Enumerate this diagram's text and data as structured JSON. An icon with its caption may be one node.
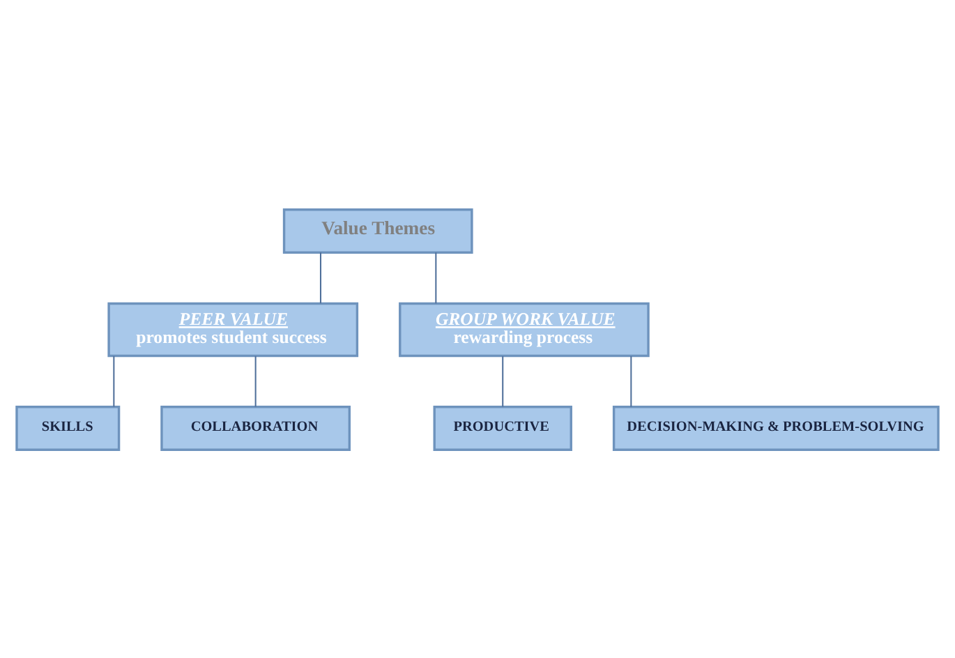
{
  "diagram": {
    "nodes": [
      {
        "text": [
          "Value Themes"
        ]
      },
      {
        "text": [
          "PEER VALUE",
          "promotes student success"
        ]
      },
      {
        "text": [
          "GROUP WORK VALUE",
          "rewarding process"
        ]
      },
      {
        "text": [
          "SKILLS"
        ]
      },
      {
        "text": [
          "COLLABORATION"
        ]
      },
      {
        "text": [
          "PRODUCTIVE"
        ]
      },
      {
        "text": [
          "DECISION-MAKING & PROBLEM-SOLVING"
        ]
      }
    ],
    "edges": [
      {
        "from": 0,
        "to": 1,
        "arrow": "none"
      },
      {
        "from": 0,
        "to": 2,
        "arrow": "none"
      },
      {
        "from": 1,
        "to": 3,
        "arrow": "none"
      },
      {
        "from": 1,
        "to": 4,
        "arrow": "none"
      },
      {
        "from": 2,
        "to": 5,
        "arrow": "none"
      },
      {
        "from": 2,
        "to": 6,
        "arrow": "none"
      }
    ]
  }
}
